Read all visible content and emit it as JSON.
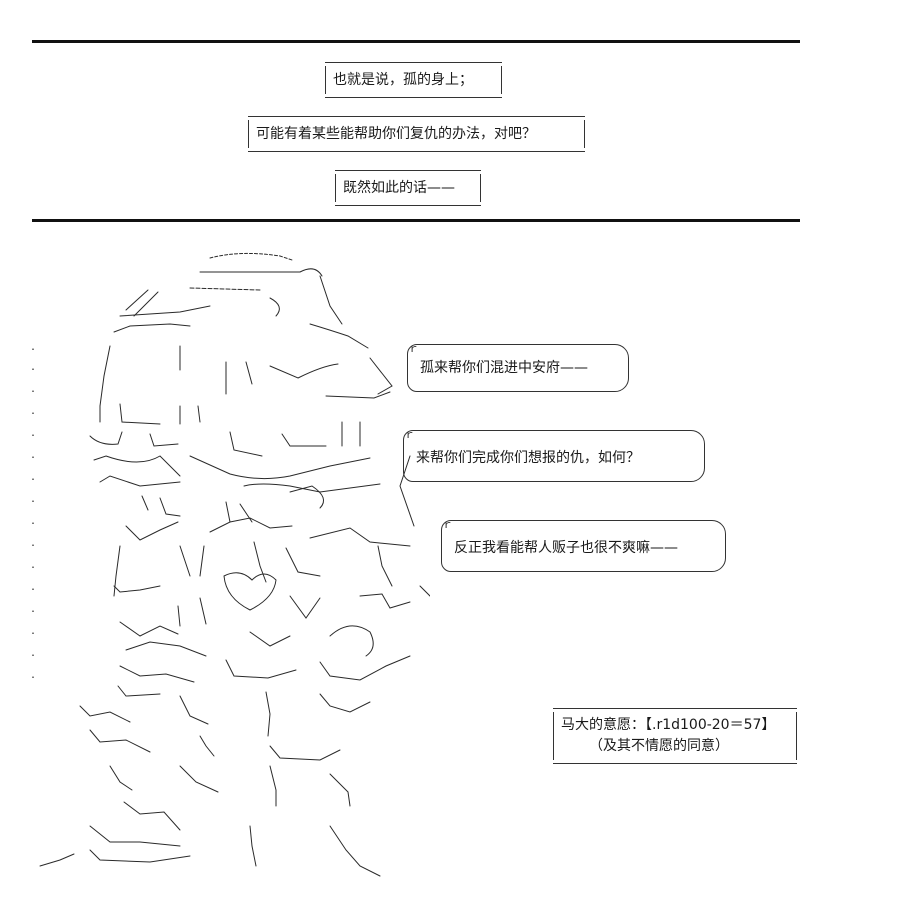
{
  "narration": [
    "也就是说，孤的身上；",
    "可能有着某些能帮助你们复仇的办法，对吧？",
    "既然如此的话——"
  ],
  "dialogue": [
    "孤来帮你们混进中安府——",
    "来帮你们完成你们想报的仇，如何？",
    "反正我看能帮人贩子也很不爽嘛——"
  ],
  "dice": {
    "line1": "马大的意愿：【.r1d100-20＝57】",
    "line2": "（及其不情愿的同意）"
  },
  "colors": {
    "ink": "#1a1a1a",
    "background": "#ffffff"
  }
}
